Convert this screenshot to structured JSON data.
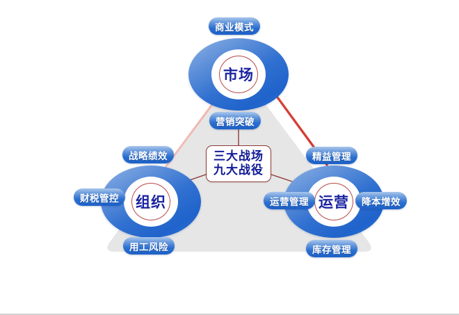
{
  "diagram": {
    "title": "三大战场 九大战役",
    "center": {
      "line1": "三大战场",
      "line2": "九大战役"
    },
    "colors": {
      "node_blue": "#2a6fd0",
      "node_blue_light": "#96b6e4",
      "pill_blue": "#1c60c8",
      "center_text": "#101a96",
      "center_border": "#8d3a38",
      "triangle_gray": "#e6e6e6",
      "connector_red_strong": "#d9443a",
      "connector_red_faint": "#f6c3bf",
      "background": "#ffffff"
    },
    "nodes": [
      {
        "id": "market",
        "label": "市场",
        "position": "top",
        "pills": [
          {
            "id": "business-model",
            "label": "商业模式",
            "placement": "top"
          },
          {
            "id": "marketing",
            "label": "营销突破",
            "placement": "bottom"
          }
        ]
      },
      {
        "id": "organization",
        "label": "组织",
        "position": "bottom-left",
        "pills": [
          {
            "id": "strategy-performance",
            "label": "战略绩效",
            "placement": "top"
          },
          {
            "id": "finance-tax",
            "label": "财税管控",
            "placement": "left"
          },
          {
            "id": "labor-risk",
            "label": "用工风险",
            "placement": "bottom"
          }
        ]
      },
      {
        "id": "operation",
        "label": "运营",
        "position": "bottom-right",
        "pills": [
          {
            "id": "lean-management",
            "label": "精益管理",
            "placement": "top"
          },
          {
            "id": "operation-management",
            "label": "运营管理",
            "placement": "left"
          },
          {
            "id": "cost-reduction",
            "label": "降本增效",
            "placement": "right"
          },
          {
            "id": "inventory-management",
            "label": "库存管理",
            "placement": "bottom"
          }
        ]
      }
    ]
  }
}
